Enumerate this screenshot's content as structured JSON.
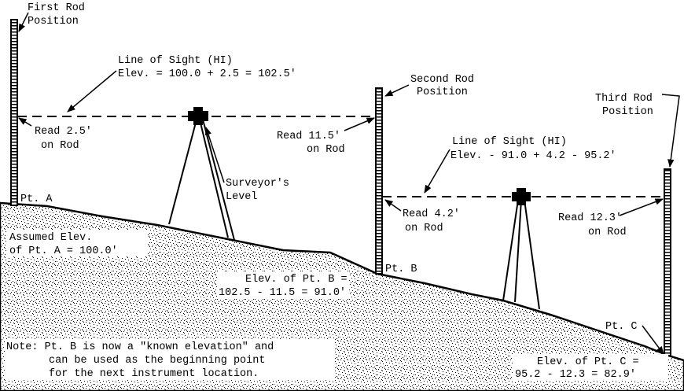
{
  "colors": {
    "ink": "#000000",
    "paper": "#ffffff"
  },
  "rods": {
    "first": [
      "First Rod",
      "Position"
    ],
    "second": [
      "Second Rod",
      "Position"
    ],
    "third": [
      "Third Rod",
      "Position"
    ]
  },
  "sight1": [
    "Line of Sight (HI)",
    "Elev. = 100.0 + 2.5 = 102.5'"
  ],
  "sight2": [
    "Line of Sight (HI)",
    "Elev. - 91.0 + 4.2 - 95.2'"
  ],
  "reads": {
    "a": [
      "Read 2.5'",
      "on Rod"
    ],
    "b1": [
      "Read 11.5'",
      "on Rod"
    ],
    "b2": [
      "Read 4.2'",
      "on Rod"
    ],
    "c": [
      "Read 12.3'",
      "on Rod"
    ]
  },
  "level": [
    "Surveyor's",
    "Level"
  ],
  "points": {
    "a": "Pt. A",
    "b": "Pt. B",
    "c": "Pt. C"
  },
  "elevA": [
    "Assumed Elev.",
    "of Pt. A = 100.0'"
  ],
  "elevB": [
    "Elev. of Pt. B =",
    "102.5 - 11.5 = 91.0'"
  ],
  "elevC": [
    "Elev. of Pt. C =",
    "95.2 - 12.3 = 82.9'"
  ],
  "note": [
    "Note: Pt. B is now a \"known elevation\" and",
    "can be used as the beginning point",
    "for the next instrument location."
  ]
}
